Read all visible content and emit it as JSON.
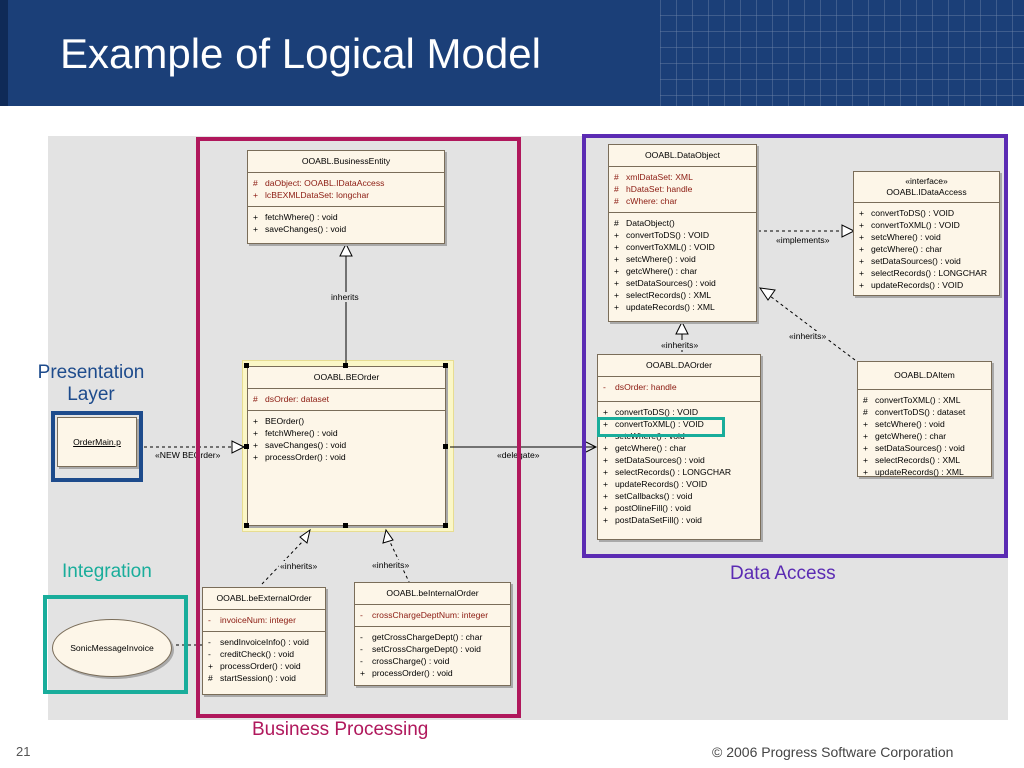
{
  "slide": {
    "title": "Example of Logical Model",
    "page_number": "21",
    "copyright": "© 2006 Progress Software Corporation"
  },
  "regions": {
    "presentation_line1": "Presentation",
    "presentation_line2": "Layer",
    "integration": "Integration",
    "business_processing": "Business Processing",
    "data_access": "Data Access"
  },
  "classes": {
    "business_entity": {
      "name": "OOABL.BusinessEntity",
      "attributes": [
        {
          "v": "#",
          "t": "daObject:  OOABL.IDataAccess"
        },
        {
          "v": "+",
          "t": "lcBEXMLDataSet:  longchar"
        }
      ],
      "operations": [
        {
          "v": "+",
          "t": "fetchWhere() : void"
        },
        {
          "v": "+",
          "t": "saveChanges() : void"
        }
      ]
    },
    "be_order": {
      "name": "OOABL.BEOrder",
      "attributes": [
        {
          "v": "#",
          "t": "dsOrder:  dataset"
        }
      ],
      "operations": [
        {
          "v": "+",
          "t": "BEOrder()"
        },
        {
          "v": "+",
          "t": "fetchWhere() : void"
        },
        {
          "v": "+",
          "t": "saveChanges() : void"
        },
        {
          "v": "+",
          "t": "processOrder() : void"
        }
      ]
    },
    "be_external_order": {
      "name": "OOABL.beExternalOrder",
      "attributes": [
        {
          "v": "-",
          "t": "invoiceNum:  integer"
        }
      ],
      "operations": [
        {
          "v": "-",
          "t": "sendInvoiceInfo() : void"
        },
        {
          "v": "-",
          "t": "creditCheck() : void"
        },
        {
          "v": "+",
          "t": "processOrder() : void"
        },
        {
          "v": "#",
          "t": "startSession() : void"
        }
      ]
    },
    "be_internal_order": {
      "name": "OOABL.beInternalOrder",
      "attributes": [
        {
          "v": "-",
          "t": "crossChargeDeptNum:  integer"
        }
      ],
      "operations": [
        {
          "v": "-",
          "t": "getCrossChargeDept() : char"
        },
        {
          "v": "-",
          "t": "setCrossChargeDept() : void"
        },
        {
          "v": "-",
          "t": "crossCharge() : void"
        },
        {
          "v": "+",
          "t": "processOrder() : void"
        }
      ]
    },
    "data_object": {
      "name": "OOABL.DataObject",
      "attributes": [
        {
          "v": "#",
          "t": "xmlDataSet:  XML"
        },
        {
          "v": "#",
          "t": "hDataSet:  handle"
        },
        {
          "v": "#",
          "t": "cWhere:  char"
        }
      ],
      "operations": [
        {
          "v": "#",
          "t": "DataObject()"
        },
        {
          "v": "+",
          "t": "convertToDS() : VOID"
        },
        {
          "v": "+",
          "t": "convertToXML() : VOID"
        },
        {
          "v": "+",
          "t": "setcWhere() : void"
        },
        {
          "v": "+",
          "t": "getcWhere() : char"
        },
        {
          "v": "+",
          "t": "setDataSources() : void"
        },
        {
          "v": "+",
          "t": "selectRecords() : XML"
        },
        {
          "v": "+",
          "t": "updateRecords() : XML"
        }
      ]
    },
    "idata_access": {
      "stereotype": "«interface»",
      "name": "OOABL.IDataAccess",
      "operations": [
        {
          "v": "+",
          "t": "convertToDS() : VOID"
        },
        {
          "v": "+",
          "t": "convertToXML() : VOID"
        },
        {
          "v": "+",
          "t": "setcWhere() : void"
        },
        {
          "v": "+",
          "t": "getcWhere() : char"
        },
        {
          "v": "+",
          "t": "setDataSources() : void"
        },
        {
          "v": "+",
          "t": "selectRecords() : LONGCHAR"
        },
        {
          "v": "+",
          "t": "updateRecords() : VOID"
        }
      ]
    },
    "da_order": {
      "name": "OOABL.DAOrder",
      "attributes": [
        {
          "v": "-",
          "t": "dsOrder:  handle"
        }
      ],
      "operations": [
        {
          "v": "+",
          "t": "convertToDS() : VOID"
        },
        {
          "v": "+",
          "t": "convertToXML() : VOID"
        },
        {
          "v": "+",
          "t": "setcWhere() : void"
        },
        {
          "v": "+",
          "t": "getcWhere() : char"
        },
        {
          "v": "+",
          "t": "setDataSources() : void"
        },
        {
          "v": "+",
          "t": "selectRecords() : LONGCHAR"
        },
        {
          "v": "+",
          "t": "updateRecords() : VOID"
        },
        {
          "v": "+",
          "t": "setCallbacks() : void"
        },
        {
          "v": "+",
          "t": "postOlineFill() : void"
        },
        {
          "v": "+",
          "t": "postDataSetFill() : void"
        }
      ]
    },
    "da_item": {
      "name": "OOABL.DAItem",
      "operations": [
        {
          "v": "#",
          "t": "convertToXML() : XML"
        },
        {
          "v": "#",
          "t": "convertToDS() : dataset"
        },
        {
          "v": "+",
          "t": "setcWhere() : void"
        },
        {
          "v": "+",
          "t": "getcWhere() : char"
        },
        {
          "v": "+",
          "t": "setDataSources() : void"
        },
        {
          "v": "+",
          "t": "selectRecords() : XML"
        },
        {
          "v": "+",
          "t": "updateRecords() : XML"
        }
      ]
    },
    "order_main": {
      "name": "OrderMain.p"
    },
    "sonic": {
      "name": "SonicMessageInvoice"
    }
  },
  "connectors": {
    "inherits_be": "inherits",
    "inherits_ext": "«inherits»",
    "inherits_int": "«inherits»",
    "new_beorder": "«NEW BEOrder»",
    "delegate": "«delegate»",
    "implements": "«implements»",
    "inherits_daorder": "«inherits»",
    "inherits_daitem": "«inherits»"
  }
}
